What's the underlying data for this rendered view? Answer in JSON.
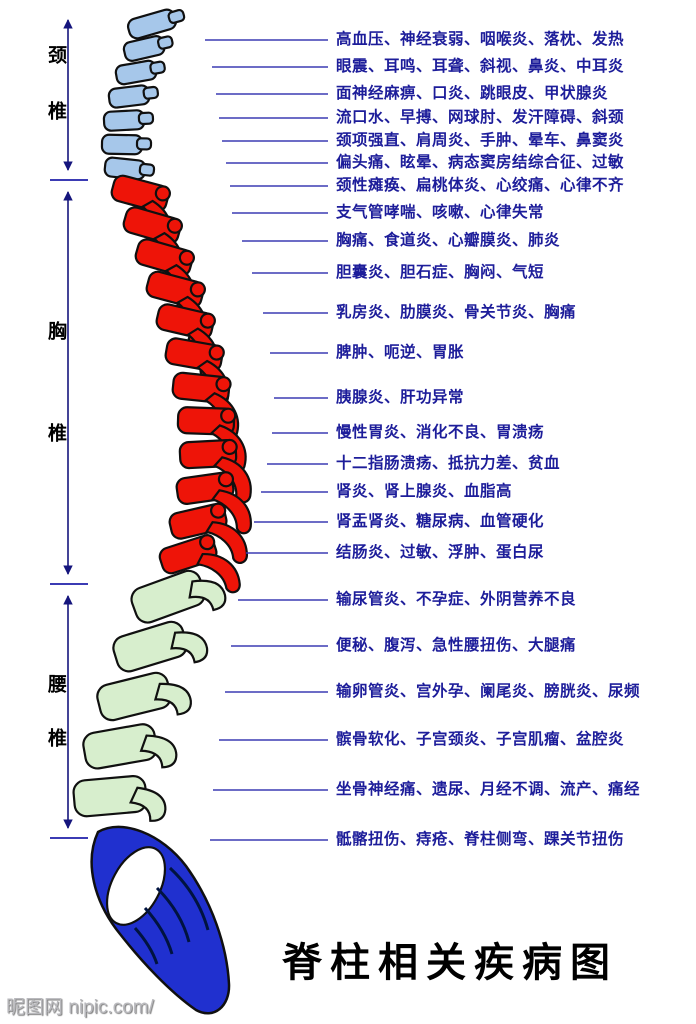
{
  "title": "脊柱相关疾病图",
  "watermark": "昵图网 nipic.com/",
  "colors": {
    "cervical": "#a6c7ea",
    "thoracic": "#ee1408",
    "lumbar": "#d7eecd",
    "sacrum": "#2030cf",
    "line": "#3b3bb4",
    "text": "#1d1d9a"
  },
  "side_labels": {
    "cervical": "颈椎",
    "thoracic": "胸椎",
    "lumbar": "腰椎"
  },
  "labels": [
    "高血压、神经衰弱、咽喉炎、落枕、发热",
    "眼震、耳鸣、耳聋、斜视、鼻炎、中耳炎",
    "面神经麻痹、口炎、跳眼皮、甲状腺炎",
    "流口水、早搏、网球肘、发汗障碍、斜颈",
    "颈项强直、肩周炎、手肿、晕车、鼻窦炎",
    "偏头痛、眩晕、病态窦房结综合征、过敏",
    "颈性瘫痪、扁桃体炎、心绞痛、心律不齐",
    "支气管哮喘、咳嗽、心律失常",
    "胸痛、食道炎、心瓣膜炎、肺炎",
    "胆囊炎、胆石症、胸闷、气短",
    "乳房炎、肋膜炎、骨关节炎、胸痛",
    "脾肿、呃逆、胃胀",
    "胰腺炎、肝功异常",
    "慢性胃炎、消化不良、胃溃疡",
    "十二指肠溃疡、抵抗力差、贫血",
    "肾炎、肾上腺炎、血脂高",
    "肾盂肾炎、糖尿病、血管硬化",
    "结肠炎、过敏、浮肿、蛋白尿",
    "输尿管炎、不孕症、外阴营养不良",
    "便秘、腹泻、急性腰扭伤、大腿痛",
    "输卵管炎、宫外孕、阑尾炎、膀胱炎、尿频",
    "髌骨软化、子宫颈炎、子宫肌瘤、盆腔炎",
    "坐骨神经痛、遗尿、月经不调、流产、痛经",
    "骶髂扭伤、痔疮、脊柱侧弯、踝关节扭伤"
  ]
}
